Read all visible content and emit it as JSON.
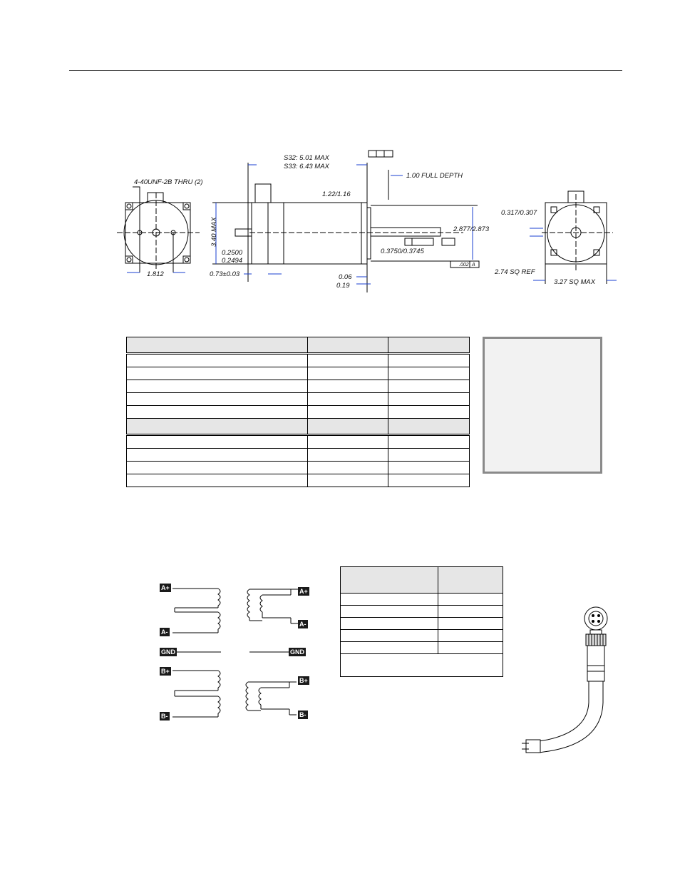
{
  "drawing": {
    "dimensions": {
      "length_s32": "S32:  5.01 MAX",
      "length_s33": "S33: 6.43 MAX",
      "full_depth": "1.00 FULL DEPTH",
      "pilot": "1.22/1.16",
      "tap": "4-40UNF-2B THRU (2)",
      "height_max": "3.40 MAX",
      "shaft_small_1": "0.2500",
      "shaft_small_2": "0.2494",
      "flange_thick": "0.73±0.03",
      "bolt_circle": "1.812",
      "boss_dia": "2.877/2.873",
      "shaft_dia": "0.3750/0.3745",
      "step_1": "0.06",
      "step_2": "0.19",
      "key_offset": "0.317/0.307",
      "sq_ref": "2.74 SQ REF",
      "sq_max": "3.27 SQ MAX",
      "datum": "A",
      "runout": ".002"
    }
  },
  "wiring": {
    "left_labels": [
      "A+",
      "A-",
      "GND",
      "B+",
      "B-"
    ],
    "right_labels": [
      "A+",
      "A-",
      "GND",
      "B+",
      "B-"
    ]
  }
}
